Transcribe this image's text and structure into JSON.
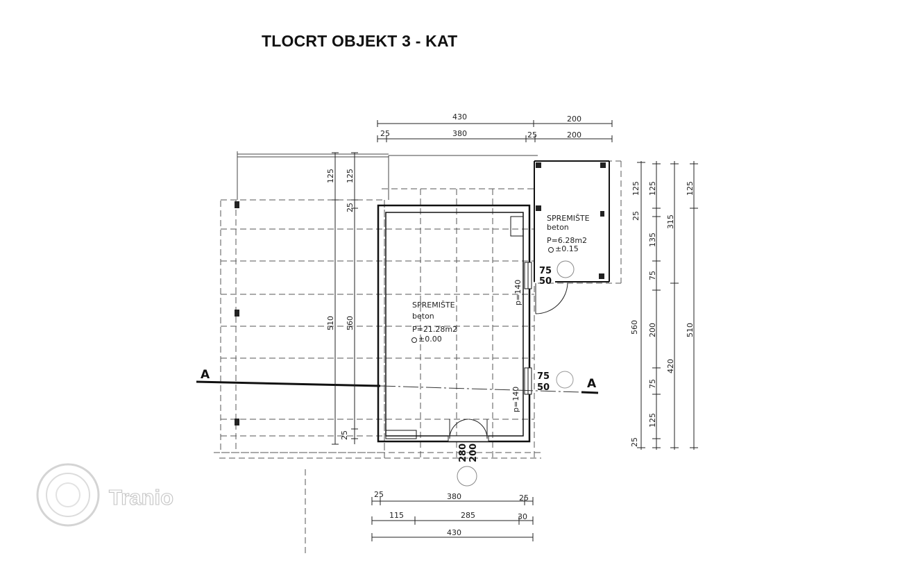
{
  "title": "TLOCRT OBJEKT 3 - KAT",
  "dimensions": {
    "top": {
      "a": "430",
      "b": "200",
      "c": "25",
      "d": "380",
      "e": "25",
      "f": "200"
    },
    "left": {
      "a": "125",
      "b": "125",
      "c": "25",
      "d": "510",
      "e": "560",
      "f": "25"
    },
    "right": {
      "a": "125",
      "b": "125",
      "c": "125",
      "d": "25",
      "e": "135",
      "f": "315",
      "g": "75",
      "h": "560",
      "i": "200",
      "j": "420",
      "k": "510",
      "l": "75",
      "m": "125",
      "n": "25"
    },
    "bottom": {
      "a": "25",
      "b": "380",
      "c": "25",
      "d": "115",
      "e": "285",
      "f": "30",
      "g": "430"
    }
  },
  "rooms": {
    "storage_small": {
      "name": "SPREMIŠTE",
      "material": "beton",
      "area": "P=6.28m2",
      "level": "±0.15"
    },
    "storage_main": {
      "name": "SPREMIŠTE",
      "material": "beton",
      "area": "P=21.28m2",
      "level": "±0.00"
    }
  },
  "openings": {
    "window_upper": {
      "width": "75",
      "height": "50",
      "sill": "p=140"
    },
    "window_lower": {
      "width": "75",
      "height": "50",
      "sill": "p=140"
    },
    "door": {
      "height": "280",
      "width": "200"
    }
  },
  "section": {
    "left": "A",
    "right": "A"
  },
  "watermark": {
    "text": "Tranio"
  }
}
